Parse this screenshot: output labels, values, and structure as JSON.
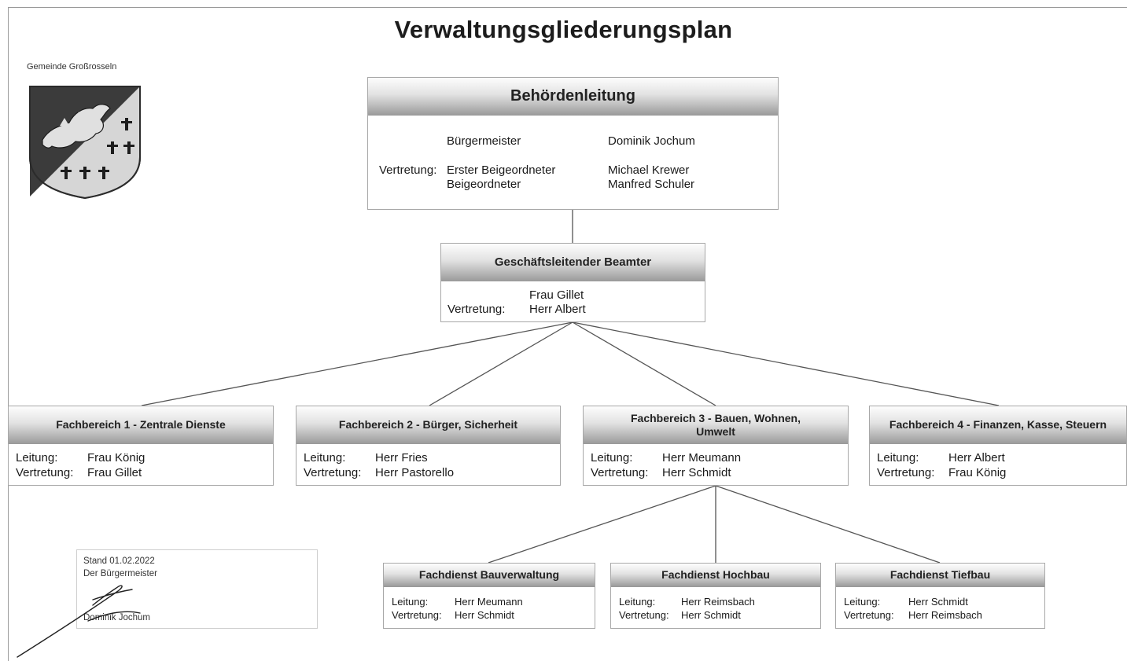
{
  "title": "Verwaltungsgliederungsplan",
  "organization": "Gemeinde Großrosseln",
  "coat_of_arms": {
    "icon": "coat-of-arms-icon",
    "colors": [
      "#3b3b3b",
      "#d6d6d6"
    ]
  },
  "leadership": {
    "heading": "Behördenleitung",
    "rows": [
      {
        "role": "Bürgermeister",
        "name": "Dominik Jochum"
      },
      {
        "label": "Vertretung:",
        "role": "Erster Beigeordneter",
        "name": "Michael Krewer"
      },
      {
        "role": "Beigeordneter",
        "name": "Manfred Schuler"
      }
    ]
  },
  "manager": {
    "heading": "Geschäftsleitender Beamter",
    "name": "Frau Gillet",
    "deputy_label": "Vertretung:",
    "deputy": "Herr Albert"
  },
  "departments": [
    {
      "heading": "Fachbereich 1 - Zentrale Dienste",
      "lead_label": "Leitung:",
      "lead": "Frau König",
      "deputy_label": "Vertretung:",
      "deputy": "Frau Gillet"
    },
    {
      "heading": "Fachbereich 2 - Bürger, Sicherheit",
      "lead_label": "Leitung:",
      "lead": "Herr Fries",
      "deputy_label": "Vertretung:",
      "deputy": "Herr Pastorello"
    },
    {
      "heading": "Fachbereich 3 - Bauen, Wohnen, Umwelt",
      "lead_label": "Leitung:",
      "lead": "Herr Meumann",
      "deputy_label": "Vertretung:",
      "deputy": "Herr Schmidt"
    },
    {
      "heading": "Fachbereich 4 - Finanzen, Kasse, Steuern",
      "lead_label": "Leitung:",
      "lead": "Herr Albert",
      "deputy_label": "Vertretung:",
      "deputy": "Frau König"
    }
  ],
  "services": [
    {
      "heading": "Fachdienst Bauverwaltung",
      "lead_label": "Leitung:",
      "lead": "Herr Meumann",
      "deputy_label": "Vertretung:",
      "deputy": "Herr Schmidt"
    },
    {
      "heading": "Fachdienst Hochbau",
      "lead_label": "Leitung:",
      "lead": "Herr Reimsbach",
      "deputy_label": "Vertretung:",
      "deputy": "Herr Schmidt"
    },
    {
      "heading": "Fachdienst Tiefbau",
      "lead_label": "Leitung:",
      "lead": "Herr Schmidt",
      "deputy_label": "Vertretung:",
      "deputy": "Herr Reimsbach"
    }
  ],
  "signature": {
    "date": "Stand 01.02.2022",
    "role": "Der Bürgermeister",
    "name": "Dominik Jochum"
  },
  "colors": {
    "line": "#555555",
    "border": "#a8a8a8",
    "header_dark": "#9c9c9c",
    "header_light": "#fdfdfd"
  }
}
